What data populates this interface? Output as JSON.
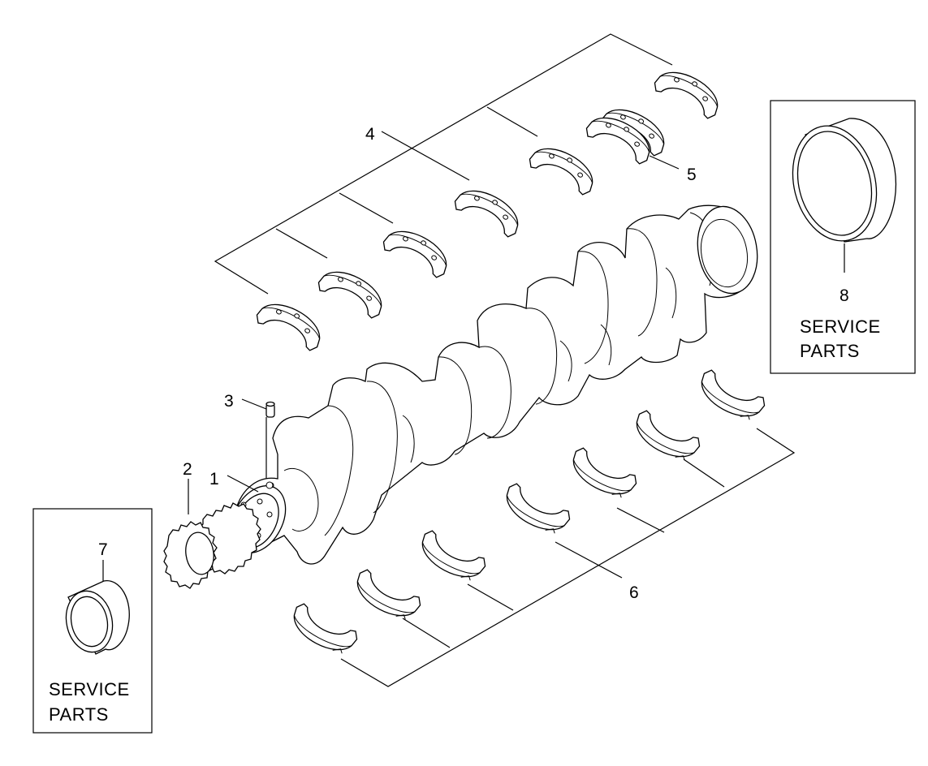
{
  "callouts": {
    "c1": "1",
    "c2": "2",
    "c3": "3",
    "c4": "4",
    "c5": "5",
    "c6": "6",
    "c7": "7",
    "c8": "8"
  },
  "service_box_left": {
    "line1": "SERVICE",
    "line2": "PARTS"
  },
  "service_box_right": {
    "line1": "SERVICE",
    "line2": "PARTS"
  }
}
